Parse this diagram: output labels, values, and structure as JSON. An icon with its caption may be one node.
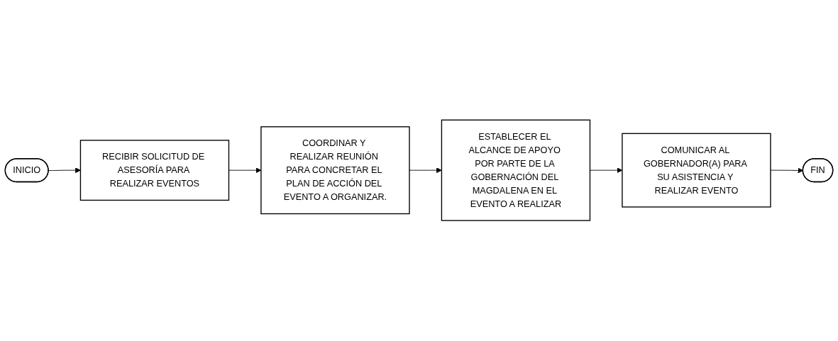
{
  "diagram": {
    "nodes": [
      {
        "text": [
          "INICIO"
        ]
      },
      {
        "text": [
          "RECIBIR SOLICITUD DE ASESORÍA PARA REALIZAR EVENTOS"
        ]
      },
      {
        "text": [
          "COORDINAR Y REALIZAR REUNIÓN PARA CONCRETAR EL PLAN DE ACCIÓN DEL EVENTO A ORGANIZAR."
        ]
      },
      {
        "text": [
          "ESTABLECER EL ALCANCE DE APOYO POR PARTE DE LA GOBERNACIÓN DEL MAGDALENA EN EL EVENTO A REALIZAR"
        ]
      },
      {
        "text": [
          "COMUNICAR AL GOBERNADOR(A) PARA SU ASISTENCIA Y REALIZAR EVENTO"
        ]
      },
      {
        "text": [
          "FIN"
        ]
      }
    ],
    "edges": [
      {
        "from": 0,
        "to": 1,
        "arrow": "to"
      },
      {
        "from": 1,
        "to": 2,
        "arrow": "to"
      },
      {
        "from": 2,
        "to": 3,
        "arrow": "to"
      },
      {
        "from": 3,
        "to": 4,
        "arrow": "to"
      },
      {
        "from": 4,
        "to": 5,
        "arrow": "to"
      }
    ]
  }
}
